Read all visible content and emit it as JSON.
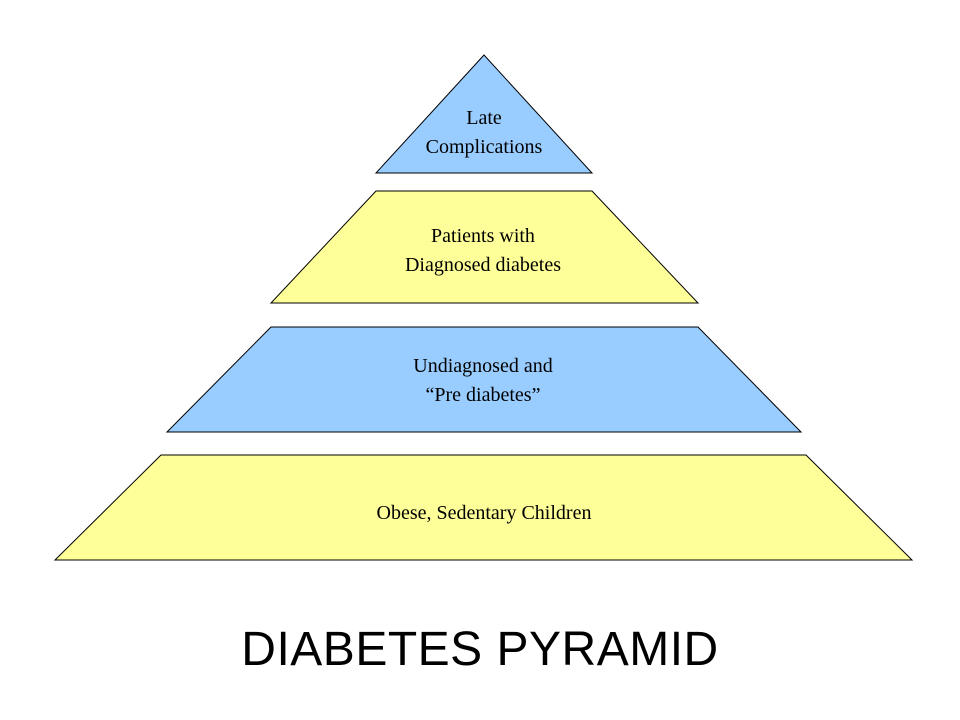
{
  "title": "DIABETES PYRAMID",
  "colors": {
    "blue": "#99CCFF",
    "yellow": "#FFFF99",
    "outline": "#000000",
    "text": "#000000"
  },
  "tiers": [
    {
      "lines": [
        "Late",
        "Complications"
      ],
      "color": "#99CCFF"
    },
    {
      "lines": [
        "Patients with",
        "Diagnosed diabetes"
      ],
      "color": "#FFFF99"
    },
    {
      "lines": [
        "Undiagnosed and",
        "“Pre diabetes”"
      ],
      "color": "#99CCFF"
    },
    {
      "lines": [
        "Obese, Sedentary Children"
      ],
      "color": "#FFFF99"
    }
  ]
}
